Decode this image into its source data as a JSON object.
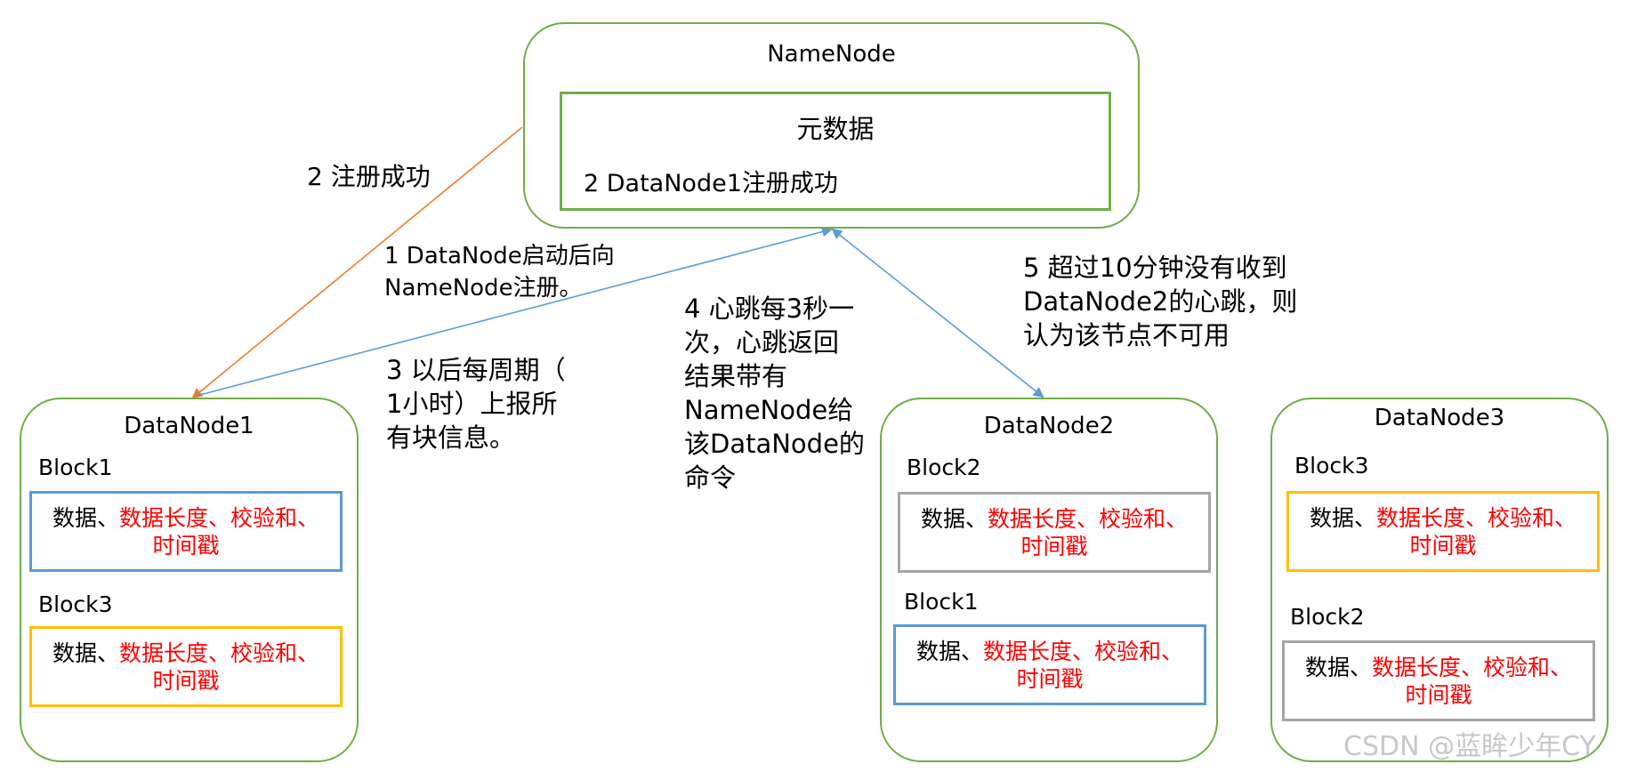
{
  "colors": {
    "container_border": "#70ad47",
    "highlight_text": "#ff0000",
    "orange_arrow": "#ed7d31",
    "blue_arrow": "#5b9bd5",
    "block_blue": "#5b9bd5",
    "block_yellow": "#ffc000",
    "block_gray": "#a5a5a5"
  },
  "namenode": {
    "title": "NameNode",
    "metadata_title": "元数据",
    "metadata_entry": "2 DataNode1注册成功"
  },
  "block_content": {
    "black_part": "数据、",
    "red_part": "数据长度、校验和、",
    "second_line": "时间戳"
  },
  "datanodes": [
    {
      "title": "DataNode1",
      "blocks": [
        "Block1",
        "Block3"
      ]
    },
    {
      "title": "DataNode2",
      "blocks": [
        "Block2",
        "Block1"
      ]
    },
    {
      "title": "DataNode3",
      "blocks": [
        "Block3",
        "Block2"
      ]
    }
  ],
  "annotations": {
    "register_success": "2 注册成功",
    "register_line1": "1 DataNode启动后向",
    "register_line2": "NameNode注册。",
    "report_line1": "3 以后每周期（",
    "report_line2": "1小时）上报所",
    "report_line3": "有块信息。",
    "heartbeat_line1": "4 心跳每3秒一",
    "heartbeat_line2": "次，心跳返回",
    "heartbeat_line3": "结果带有",
    "heartbeat_line4": "NameNode给",
    "heartbeat_line5": "该DataNode的",
    "heartbeat_line6": "命令",
    "timeout_line1": "5 超过10分钟没有收到",
    "timeout_line2": "DataNode2的心跳，则",
    "timeout_line3": "认为该节点不可用"
  },
  "watermark": "CSDN @蓝眸少年CY"
}
